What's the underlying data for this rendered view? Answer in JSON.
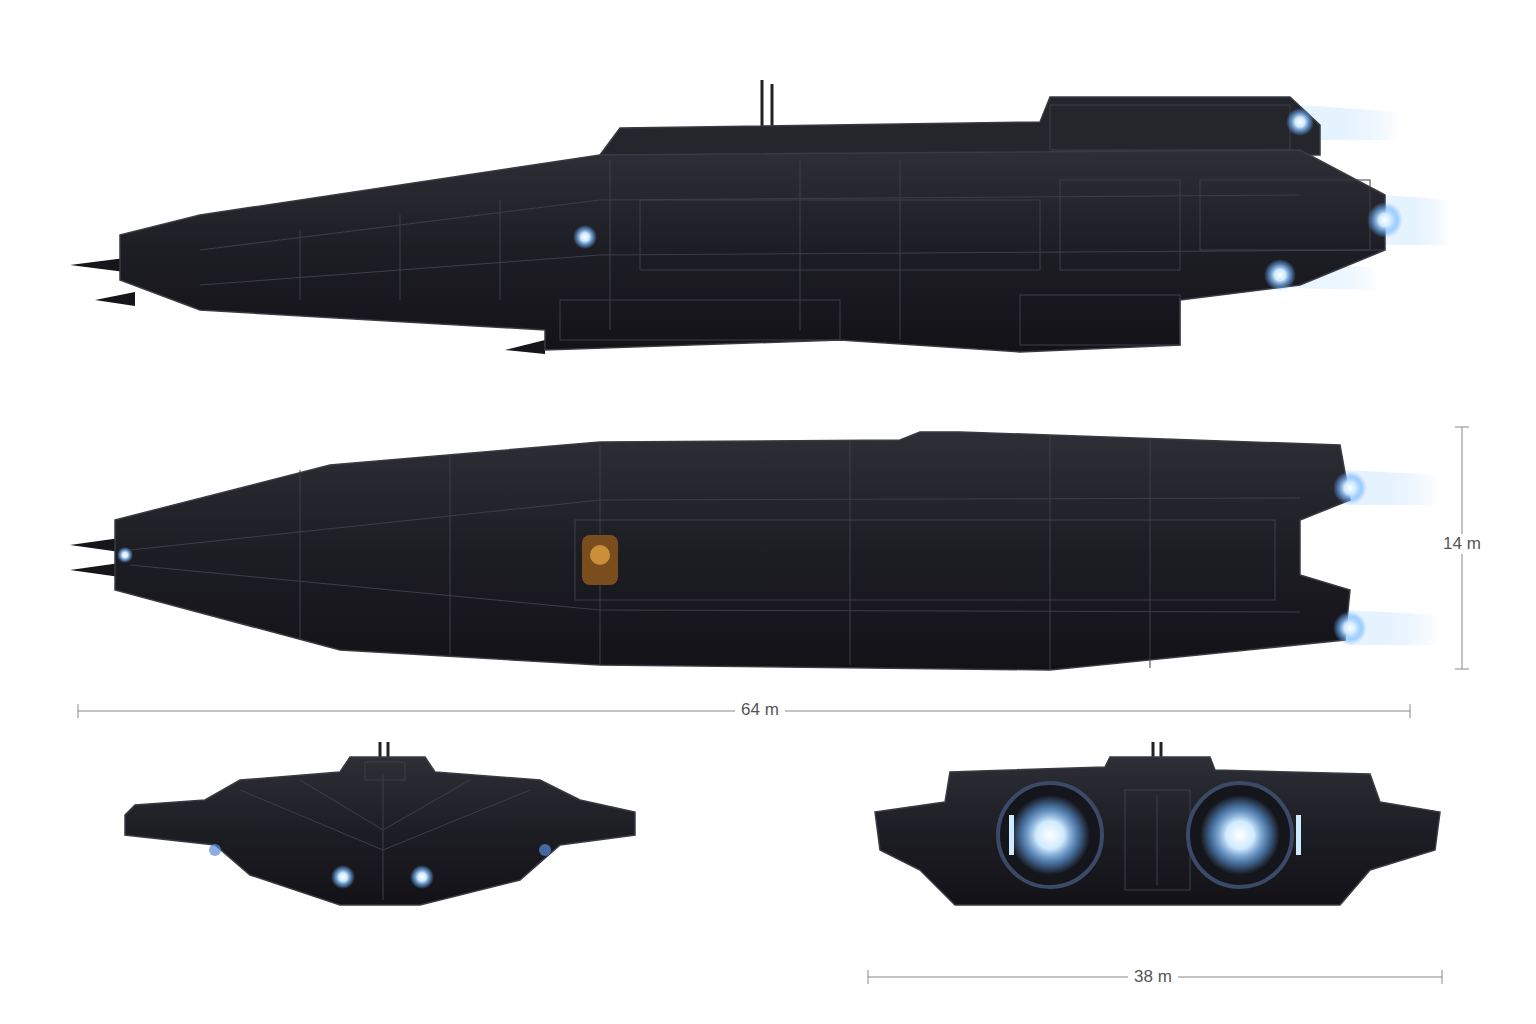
{
  "diagram": {
    "labels": [
      "14 m",
      "64 m",
      "38 m"
    ]
  }
}
